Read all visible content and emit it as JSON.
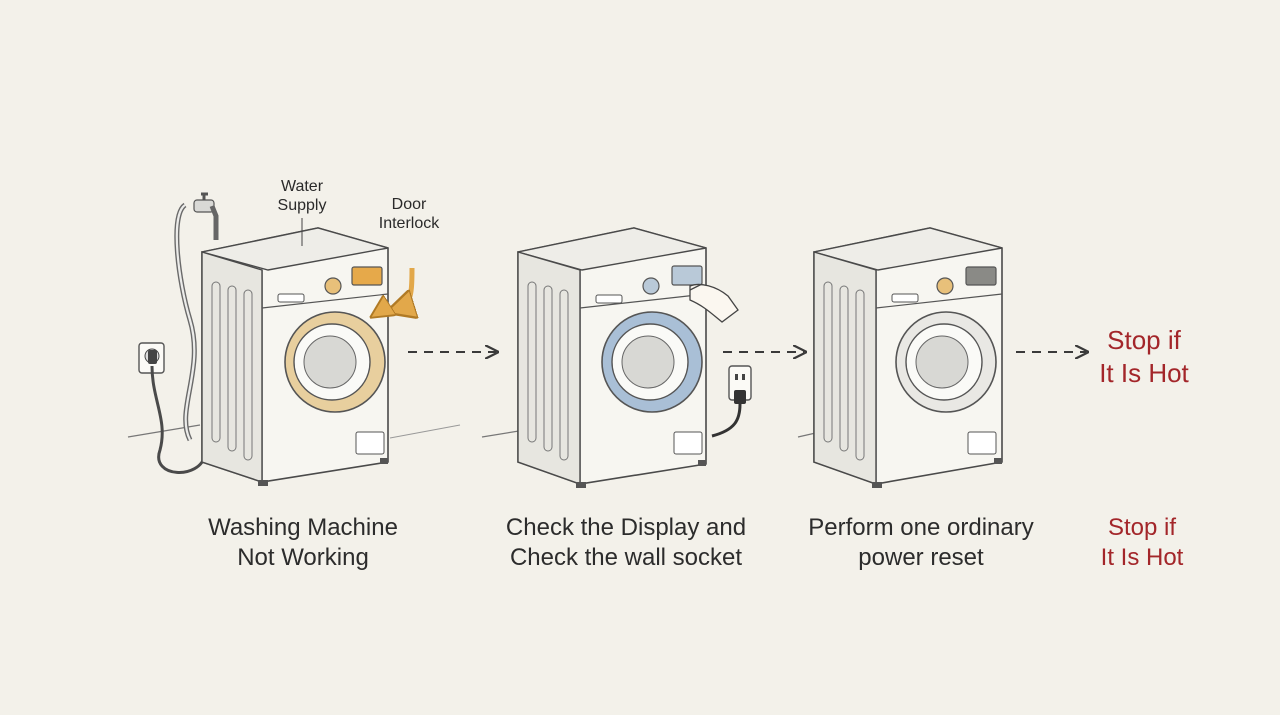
{
  "callouts": {
    "water_supply": [
      "Water",
      "Supply"
    ],
    "door_interlock": [
      "Door",
      "Interlock"
    ]
  },
  "steps": [
    {
      "lines": [
        "Washing Machine",
        "Not Working"
      ]
    },
    {
      "lines": [
        "Check the Display and",
        "Check the wall socket"
      ]
    },
    {
      "lines": [
        "Perform one ordinary",
        "power reset"
      ]
    },
    {
      "lines": [
        "Stop if",
        "It Is Hot"
      ]
    }
  ],
  "warning_sign": [
    "Stop if",
    "It Is Hot"
  ],
  "colors": {
    "background": "#f3f1ea",
    "warning": "#a3262a",
    "door_ring_step1": "#e8cf9e",
    "door_ring_step2": "#a9bfd6",
    "door_ring_step3": "#e9e8e4",
    "interlock_arrow": "#e2a84a",
    "display_panel": "#e6a94a"
  }
}
